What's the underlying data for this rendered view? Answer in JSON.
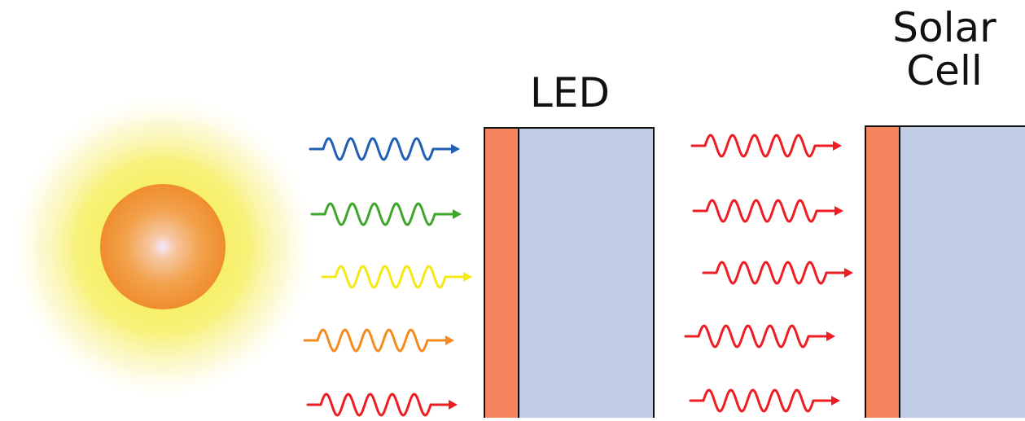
{
  "colors": {
    "blue": "#1f5fb5",
    "green": "#3ea62b",
    "yellow": "#f2ea12",
    "orange": "#f58b1f",
    "red": "#ee1d24",
    "device_front_layer": "#f6855f",
    "device_body": "#bfcce3",
    "sun_core": "#f19a3a",
    "sun_glow": "#f8f07a"
  },
  "labels": {
    "led": "LED",
    "solar_line1": "Solar",
    "solar_line2": "Cell"
  },
  "incoming_waves": [
    "blue",
    "green",
    "yellow",
    "orange",
    "red"
  ],
  "emitted_waves": [
    "red",
    "red",
    "red",
    "red",
    "red"
  ]
}
